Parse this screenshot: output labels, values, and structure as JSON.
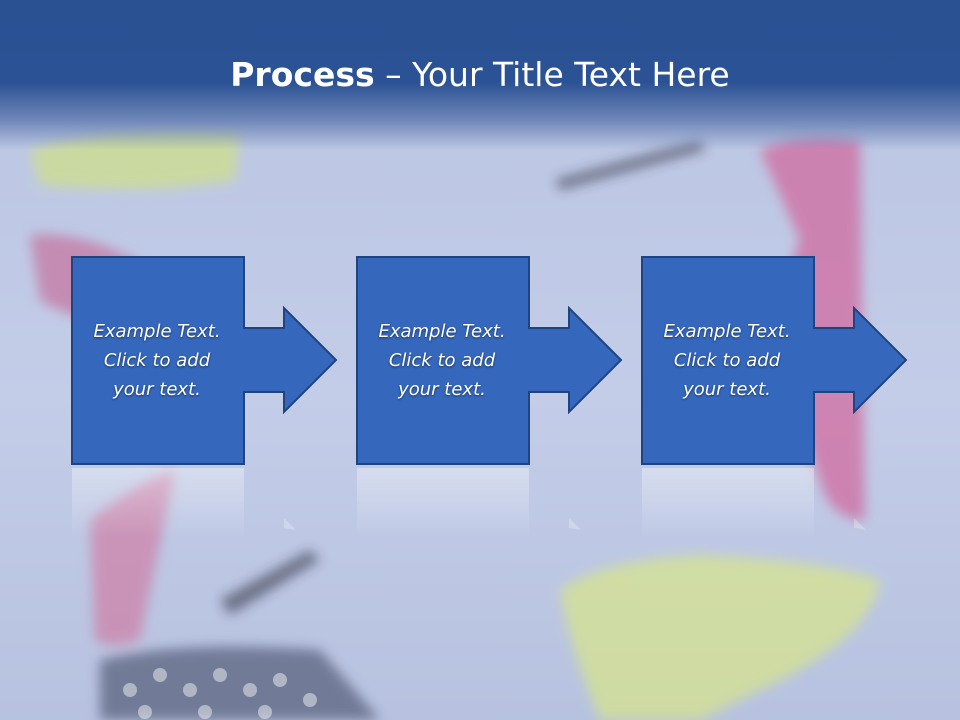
{
  "title": {
    "bold": "Process",
    "separator": " – ",
    "rest": "Your Title Text Here"
  },
  "steps": [
    {
      "text": "Example Text. Click  to add your text."
    },
    {
      "text": "Example Text. Click  to add your text."
    },
    {
      "text": "Example Text. Click  to add your text."
    }
  ],
  "colors": {
    "title_band": "#2b5294",
    "box_fill": "#3568bd",
    "box_border": "#1f447f",
    "background": "#bcc7e4"
  },
  "icons": {
    "arrow": "right-arrow-icon"
  }
}
